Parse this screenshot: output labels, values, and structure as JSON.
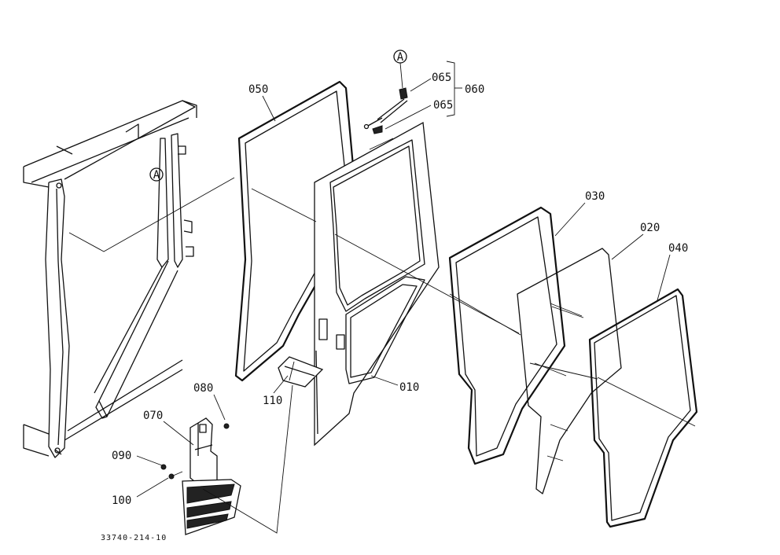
{
  "drawing_number": "33740-214-10",
  "ref_marker": "A",
  "parts": {
    "p010": "010",
    "p020": "020",
    "p030": "030",
    "p040": "040",
    "p050": "050",
    "p060": "060",
    "p065a": "065",
    "p065b": "065",
    "p070": "070",
    "p080": "080",
    "p090": "090",
    "p100": "100",
    "p110": "110"
  }
}
